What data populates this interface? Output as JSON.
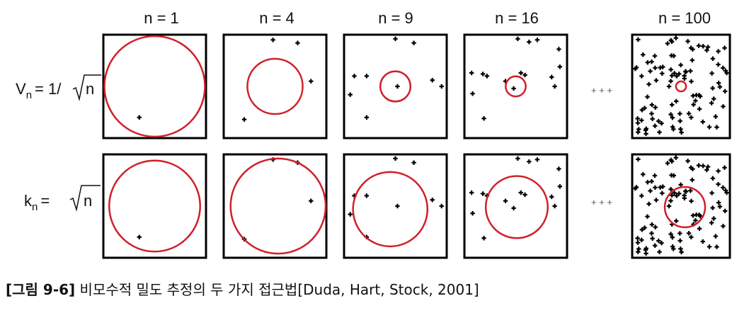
{
  "columns": [
    "n = 1",
    "n = 4",
    "n = 9",
    "n = 16",
    "n = 100"
  ],
  "rows": [
    {
      "label_main": "V",
      "label_sub": "n",
      "label_rest": "= 1/",
      "radical": "n"
    },
    {
      "label_main": "k",
      "label_sub": "n",
      "label_rest": "= ",
      "radical": "n"
    }
  ],
  "ellipsis": "+ + +",
  "caption": {
    "figure_label": "[그림 9-6]",
    "text": " 비모수적 밀도 추정의 두 가지 접근법",
    "citation": "[Duda, Hart, Stock, 2001]"
  },
  "colors": {
    "window": "#d0202a",
    "frame": "#000000",
    "sample": "#000000"
  },
  "panels": [
    {
      "window_radius": 1.0,
      "samples": [
        [
          0.35,
          0.8
        ]
      ]
    },
    {
      "window_radius": 0.55,
      "samples": [
        [
          0.48,
          0.05
        ],
        [
          0.72,
          0.08
        ],
        [
          0.85,
          0.45
        ],
        [
          0.2,
          0.82
        ]
      ]
    },
    {
      "window_radius": 0.3,
      "samples": [
        [
          0.5,
          0.04
        ],
        [
          0.68,
          0.08
        ],
        [
          0.1,
          0.4
        ],
        [
          0.22,
          0.4
        ],
        [
          0.06,
          0.58
        ],
        [
          0.22,
          0.8
        ],
        [
          0.86,
          0.44
        ],
        [
          0.95,
          0.5
        ],
        [
          0.52,
          0.5
        ]
      ]
    },
    {
      "window_radius": 0.2,
      "samples": [
        [
          0.52,
          0.04
        ],
        [
          0.63,
          0.07
        ],
        [
          0.71,
          0.05
        ],
        [
          0.92,
          0.14
        ],
        [
          0.93,
          0.31
        ],
        [
          0.07,
          0.37
        ],
        [
          0.18,
          0.38
        ],
        [
          0.22,
          0.4
        ],
        [
          0.59,
          0.39
        ],
        [
          0.08,
          0.57
        ],
        [
          0.19,
          0.81
        ],
        [
          0.85,
          0.41
        ],
        [
          0.88,
          0.5
        ],
        [
          0.55,
          0.37
        ],
        [
          0.48,
          0.52
        ],
        [
          0.4,
          0.45
        ]
      ]
    },
    {
      "window_radius": 0.1,
      "samples": "dense"
    }
  ],
  "panels_k": [
    {
      "window_radius": 0.88
    },
    {
      "window_radius": 0.92
    },
    {
      "window_radius": 0.72
    },
    {
      "window_radius": 0.6
    },
    {
      "window_radius": 0.39
    }
  ]
}
